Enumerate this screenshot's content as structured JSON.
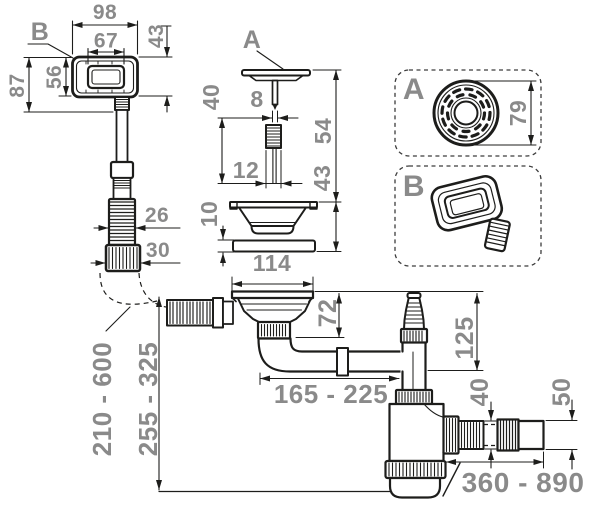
{
  "colors": {
    "line_color": "#1d1d1b",
    "dimension_text_color": "#8a8a8a",
    "background": "#ffffff"
  },
  "overflow_view": {
    "label": "B",
    "width_outer": "98",
    "width_inner": "67",
    "height_side": "43",
    "height_front": "56",
    "height_total": "87",
    "hose_diameter": "26",
    "connector_diameter": "30"
  },
  "plug_view": {
    "label": "A",
    "pin_length": "40",
    "pin_diameter": "8",
    "screw_diameter": "12",
    "upper_height": "54",
    "lower_height": "43",
    "gasket_thickness": "10",
    "flange_diameter": "114"
  },
  "detail_a": {
    "label": "A",
    "cover_diameter": "79"
  },
  "detail_b": {
    "label": "B"
  },
  "assembly": {
    "body_height": "72",
    "horizontal_pipe_range": "165 - 225",
    "inlet_height": "125",
    "outlet_diameter": "40",
    "extension_diameter": "50",
    "total_reach_range": "360 - 890",
    "overflow_hose_range": "210 - 600",
    "install_height_range": "255 - 325"
  }
}
